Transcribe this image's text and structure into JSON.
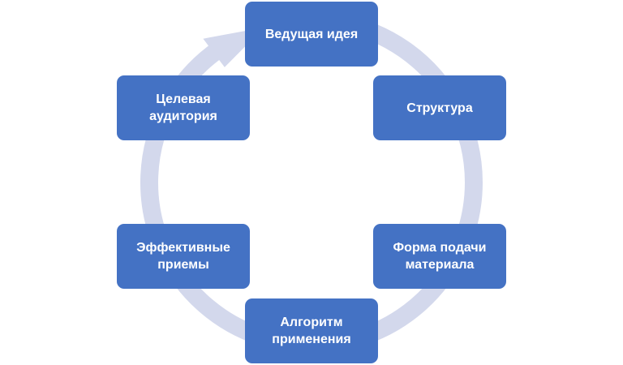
{
  "diagram": {
    "type": "cycle",
    "colors": {
      "node_fill": "#4472C4",
      "ring": "#D3D8EC",
      "text": "#FFFFFF"
    },
    "nodes": [
      {
        "label": "Ведущая идея"
      },
      {
        "label": "Структура"
      },
      {
        "label": "Форма подачи материала"
      },
      {
        "label": "Алгоритм применения"
      },
      {
        "label": "Эффективные приемы"
      },
      {
        "label": "Целевая аудитория"
      }
    ]
  }
}
